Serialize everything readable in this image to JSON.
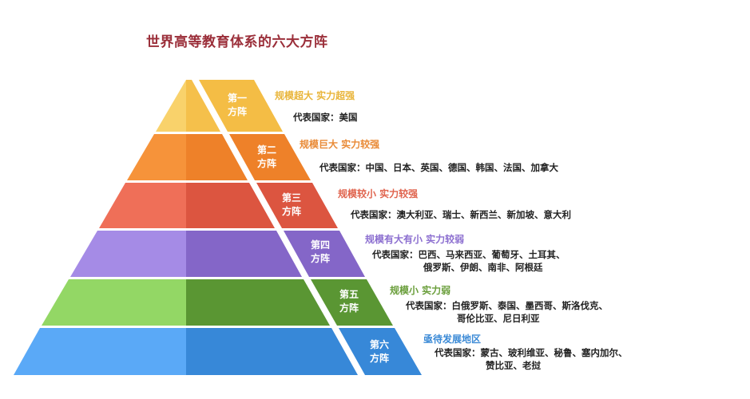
{
  "title": "世界高等教育体系的六大方阵",
  "tiers": [
    {
      "label_line1": "第一",
      "label_line2": "方阵",
      "description": "规模超大 实力超强",
      "countries_prefix": "代表国家：",
      "countries_line1": "美国",
      "countries_line2": "",
      "colors": {
        "light": "#f9d26b",
        "mid": "#f5c04b",
        "dark": "#f1b83e",
        "text": "#e9b53a"
      }
    },
    {
      "label_line1": "第二",
      "label_line2": "方阵",
      "description": "规模巨大 实力较强",
      "countries_prefix": "代表国家：",
      "countries_line1": "中国、日本、英国、德国、韩国、法国、加拿大",
      "countries_line2": "",
      "colors": {
        "light": "#f6933a",
        "mid": "#ee8129",
        "dark": "#ee8129",
        "text": "#e98a36"
      }
    },
    {
      "label_line1": "第三",
      "label_line2": "方阵",
      "description": "规模较小 实力较强",
      "countries_prefix": "代表国家：",
      "countries_line1": "澳大利亚、瑞士、新西兰、新加坡、意大利",
      "countries_line2": "",
      "colors": {
        "light": "#ef6f58",
        "mid": "#dc5540",
        "dark": "#dc5540",
        "text": "#e0644e"
      }
    },
    {
      "label_line1": "第四",
      "label_line2": "方阵",
      "description": "规模有大有小 实力较弱",
      "countries_prefix": "代表国家：",
      "countries_line1": "巴西、马来西亚、葡萄牙、土耳其、",
      "countries_line2": "俄罗斯、伊朗、南非、阿根廷",
      "colors": {
        "light": "#a58be6",
        "mid": "#8466c8",
        "dark": "#8466c8",
        "text": "#8c6fd0"
      }
    },
    {
      "label_line1": "第五",
      "label_line2": "方阵",
      "description": "规模小 实力弱",
      "countries_prefix": "代表国家：",
      "countries_line1": "白俄罗斯、泰国、墨西哥、斯洛伐克、",
      "countries_line2": "哥伦比亚、尼日利亚",
      "colors": {
        "light": "#93d765",
        "mid": "#5a9633",
        "dark": "#5a9633",
        "text": "#6a9e3b"
      }
    },
    {
      "label_line1": "第六",
      "label_line2": "方阵",
      "description": "亟待发展地区",
      "countries_prefix": "代表国家：",
      "countries_line1": "蒙古、玻利维亚、秘鲁、塞内加尔、",
      "countries_line2": "赞比亚、老挝",
      "colors": {
        "light": "#5aa9f7",
        "mid": "#3788d8",
        "dark": "#3788d8",
        "text": "#3b8ad6"
      }
    }
  ]
}
